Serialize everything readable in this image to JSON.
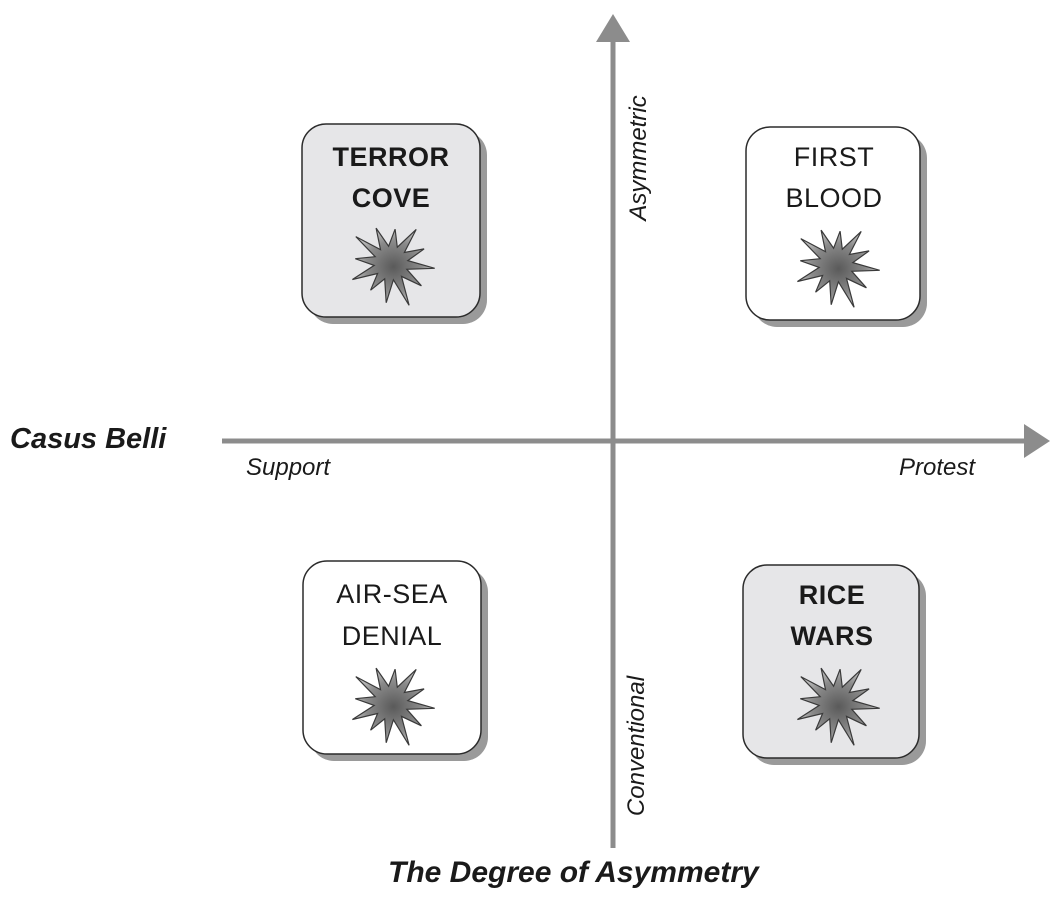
{
  "x_axis": {
    "title": "Casus Belli",
    "left_label": "Support",
    "right_label": "Protest"
  },
  "y_axis": {
    "title": "The Degree of Asymmetry",
    "top_label": "Asymmetric",
    "bottom_label": "Conventional"
  },
  "quadrants": {
    "top_left": {
      "line1": "TERROR",
      "line2": "COVE",
      "emphasis": "bold",
      "shaded": true,
      "icon": "explosion-icon"
    },
    "top_right": {
      "line1": "FIRST",
      "line2": "BLOOD",
      "emphasis": "normal",
      "shaded": false,
      "icon": "explosion-icon"
    },
    "bottom_left": {
      "line1": "AIR-SEA",
      "line2": "DENIAL",
      "emphasis": "normal",
      "shaded": false,
      "icon": "explosion-icon"
    },
    "bottom_right": {
      "line1": "RICE",
      "line2": "WARS",
      "emphasis": "bold",
      "shaded": true,
      "icon": "explosion-icon"
    }
  },
  "colors": {
    "axis": "#8c8c8c",
    "box_shaded_fill": "#e6e6e8",
    "box_plain_fill": "#ffffff",
    "box_border": "#2b2b2b",
    "shadow": "#9a9a9a",
    "burst_dark": "#6e6e6e",
    "burst_light": "#c8c8c8"
  }
}
